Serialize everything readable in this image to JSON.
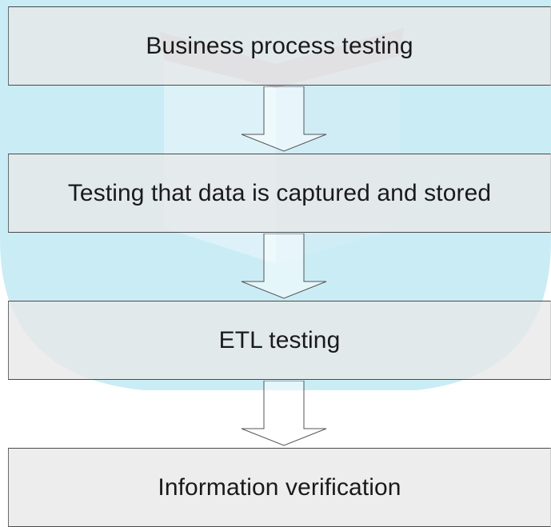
{
  "diagram": {
    "steps": [
      {
        "label": "Business process testing"
      },
      {
        "label": "Testing that data is captured and stored"
      },
      {
        "label": "ETL testing"
      },
      {
        "label": "Information verification"
      }
    ]
  },
  "colors": {
    "watermark_fill": "#b8e6f2",
    "watermark_light": "#d9f1f7",
    "watermark_accent": "#c8a9bd",
    "stage_fill": "#e8e8e8",
    "stage_border": "#4a4a4a",
    "arrow_stroke": "#555555",
    "text": "#1a1a1a"
  }
}
